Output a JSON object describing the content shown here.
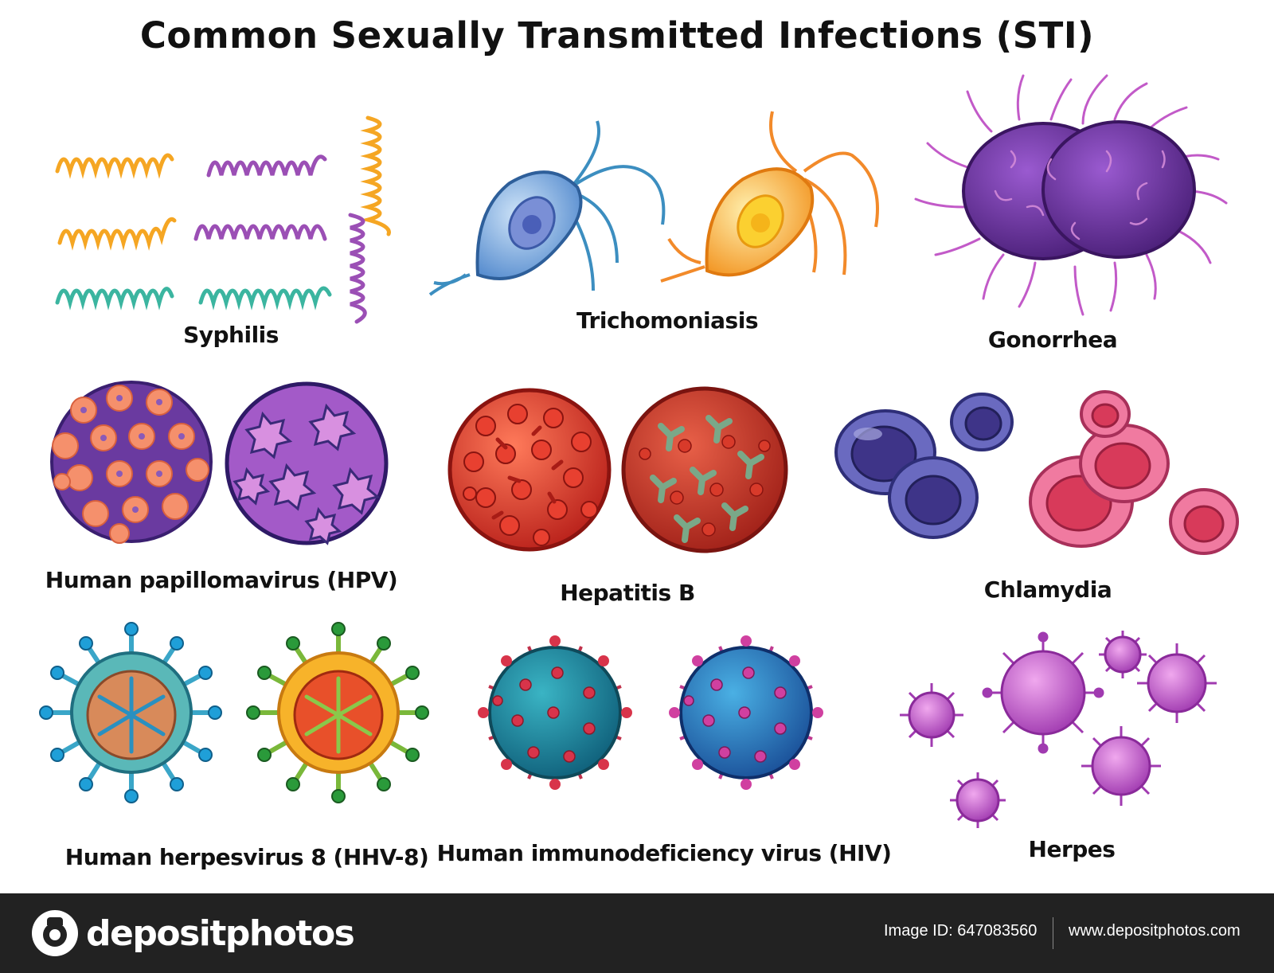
{
  "title": "Common Sexually Transmitted Infections (STI)",
  "labels": {
    "syphilis": "Syphilis",
    "trichomoniasis": "Trichomoniasis",
    "gonorrhea": "Gonorrhea",
    "hpv": "Human papillomavirus (HPV)",
    "hepatitis_b": "Hepatitis B",
    "chlamydia": "Chlamydia",
    "hhv8": "Human herpesvirus 8 (HHV-8)",
    "hiv": "Human immunodeficiency virus (HIV)",
    "herpes": "Herpes"
  },
  "footer": {
    "brand": "depositphotos",
    "image_id": "Image ID: 647083560",
    "url": "www.depositphotos.com"
  },
  "colors": {
    "syphilis": [
      "#f5a623",
      "#9b4fb5",
      "#3bb5a0"
    ],
    "trich_left": "#7ab0e0",
    "trich_right": "#f7b23a",
    "gonorrhea": "#6a2f9a",
    "hpv_left": "#f08a6a",
    "hpv_right": "#8a4ab8",
    "hepatitis_b_left": "#d8342a",
    "hepatitis_b_right": "#6e9a78",
    "chlamydia_left": "#5a5aa8",
    "chlamydia_right": "#e0607e",
    "hhv8_left": "#3aa6c8",
    "hhv8_right": "#f29b2a",
    "hiv_left": "#1f8fa6",
    "hiv_right": "#2c78c0",
    "herpes": "#b04fb8",
    "footer_bg": "#222222"
  }
}
